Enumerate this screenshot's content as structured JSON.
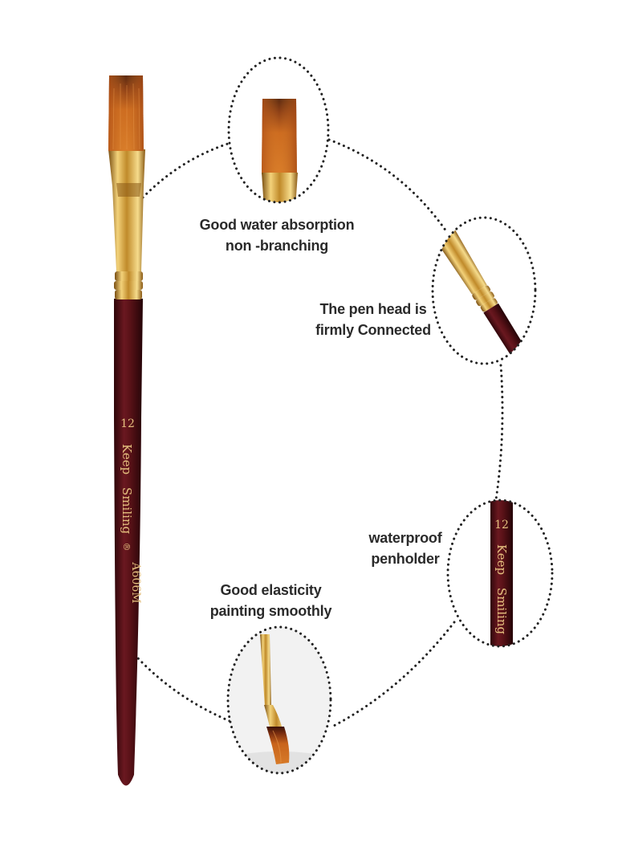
{
  "captions": {
    "absorption": {
      "line1": "Good water absorption",
      "line2": "non -branching"
    },
    "connected": {
      "line1": "The pen head is",
      "line2": "firmly Connected"
    },
    "penholder": {
      "line1": "waterproof",
      "line2": "penholder"
    },
    "elasticity": {
      "line1": "Good elasticity",
      "line2": "painting smoothly"
    }
  },
  "brush": {
    "size_number": "12",
    "brand_line1": "Keep",
    "brand_line2": "Smiling",
    "registered_mark": "®",
    "model": "A606M"
  },
  "colors": {
    "handle": "#5a1218",
    "ferrule_gold": "#d6a437",
    "bristle_orange": "#c8641c",
    "bristle_dark": "#3a1208",
    "imprint_gold": "#e3bf7e"
  }
}
